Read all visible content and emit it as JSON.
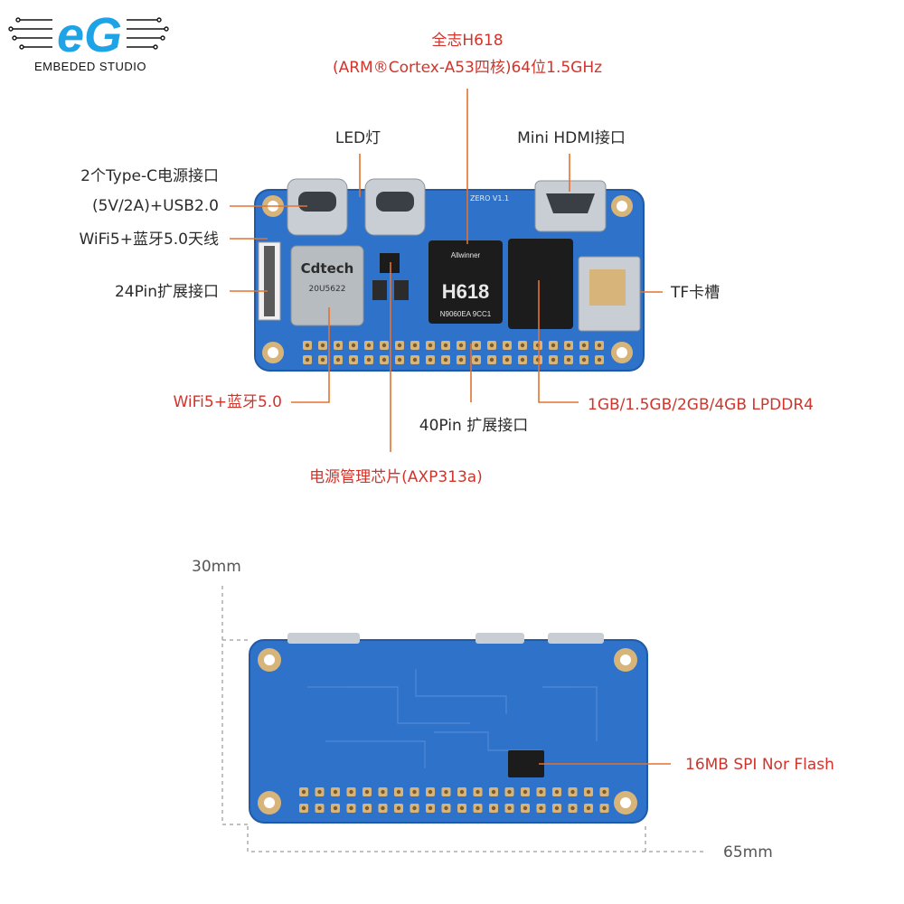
{
  "logo": {
    "letters": "eG",
    "name": "EMBEDED STUDIO",
    "brand_color": "#1ea3e6"
  },
  "colors": {
    "pcb_blue": "#2f72c9",
    "pcb_dark": "#1f5aa8",
    "leader_orange": "#e4722f",
    "label_red": "#d2342b",
    "label_black": "#2a2a2a"
  },
  "top_board": {
    "chip_marks": {
      "soc_brand": "Allwinner",
      "soc_model": "H618",
      "soc_code": "N9060EA 9CC1",
      "wifi_brand": "Cdtech",
      "wifi_code": "20U5622",
      "pcb_silk": "ZERO V1.1"
    },
    "labels": {
      "soc_line1": "全志H618",
      "soc_line2": "(ARM®Cortex-A53四核)64位1.5GHz",
      "led": "LED灯",
      "hdmi": "Mini HDMI接口",
      "typec_line1": "2个Type-C电源接口",
      "typec_line2": "(5V/2A)+USB2.0",
      "antenna": "WiFi5+蓝牙5.0天线",
      "pin24": "24Pin扩展接口",
      "tf": "TF卡槽",
      "wifi": "WiFi5+蓝牙5.0",
      "pin40": "40Pin 扩展接口",
      "ram": "1GB/1.5GB/2GB/4GB LPDDR4",
      "pmic": "电源管理芯片(AXP313a)"
    }
  },
  "bottom_board": {
    "labels": {
      "height": "30mm",
      "width": "65mm",
      "flash": "16MB SPI Nor Flash"
    }
  }
}
